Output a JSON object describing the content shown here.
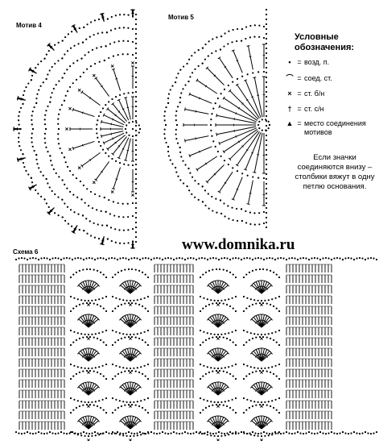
{
  "labels": {
    "motif4": "Мотив 4",
    "motif5": "Мотив 5",
    "scheme6": "Схема 6"
  },
  "legend": {
    "title": "Условные обозначения:",
    "items": [
      {
        "symbol": "•",
        "text": "возд. п."
      },
      {
        "symbol": "⌒",
        "text": "соед. ст."
      },
      {
        "symbol": "×",
        "text": "ст. б/н"
      },
      {
        "symbol": "†",
        "text": "ст. с/н"
      },
      {
        "symbol": "▲",
        "text": "место соединения мотивов"
      }
    ],
    "note": "Если значки соединяются внизу – столбики вяжут в одну петлю основания."
  },
  "site": "www.domnika.ru",
  "colors": {
    "ink": "#000000",
    "paper": "#ffffff"
  }
}
